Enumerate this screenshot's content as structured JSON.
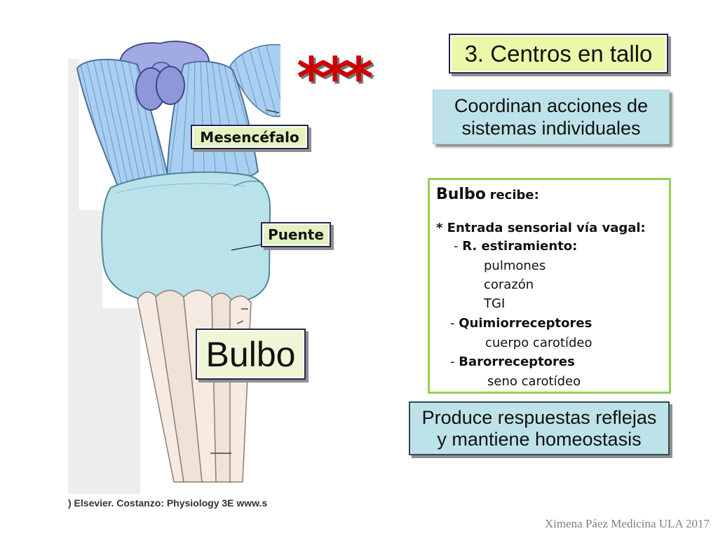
{
  "slide_title": "3. Centros en tallo",
  "stars": "***",
  "coordinan_box": {
    "lines": [
      "Coordinan acciones de",
      "sistemas individuales"
    ]
  },
  "bulbo_recibe_box": {
    "heading_strong": "Bulbo",
    "heading_rest": "recibe:",
    "entrada": "* Entrada sensorial vía vagal:",
    "estiramiento": {
      "prefix": "-",
      "label": "R. estiramiento:",
      "organs": [
        "pulmones",
        "corazón",
        "TGI"
      ]
    },
    "quimiorreceptores": {
      "prefix": "-",
      "label": "Quimiorreceptores",
      "site": "cuerpo carotídeo"
    },
    "barorreceptores": {
      "prefix": "-",
      "label": "Barorreceptores",
      "site": "seno carotídeo"
    }
  },
  "produce_box": {
    "lines": [
      "Produce respuestas reflejas",
      "y mantiene homeostasis"
    ]
  },
  "figure": {
    "labels": {
      "mesencefalo": "Mesencéfalo",
      "puente": "Puente",
      "bulbo": "Bulbo"
    },
    "caption": ") Elsevier. Costanzo: Physiology 3E www.s"
  },
  "footer": "Ximena Páez Medicina ULA 2017",
  "colors": {
    "title_box_bg": "#ecf7a9",
    "info_box_bg": "#bee2e9",
    "list_box_border": "#92d050",
    "figure_label_bg": "#e3f3bf",
    "bulbo_label_bg": "#eef6d6",
    "stars_red": "#cc0000",
    "footer_gray": "#808080"
  }
}
